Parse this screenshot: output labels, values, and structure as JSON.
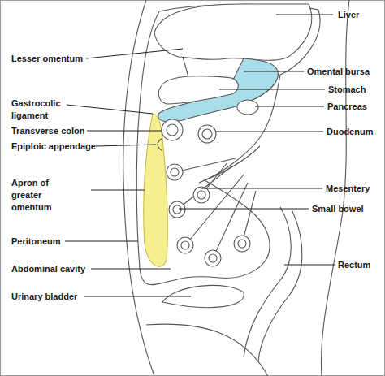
{
  "diagram": {
    "labels": [
      "Liver",
      "Lesser omentum",
      "Omental bursa",
      "Stomach",
      "Gastrocolic ligament",
      "Pancreas",
      "Transverse colon",
      "Duodenum",
      "Epiploic appendage",
      "Apron of greater omentum",
      "Mesentery",
      "Small bowel",
      "Peritoneum",
      "Rectum",
      "Abdominal cavity",
      "Urinary bladder"
    ]
  }
}
